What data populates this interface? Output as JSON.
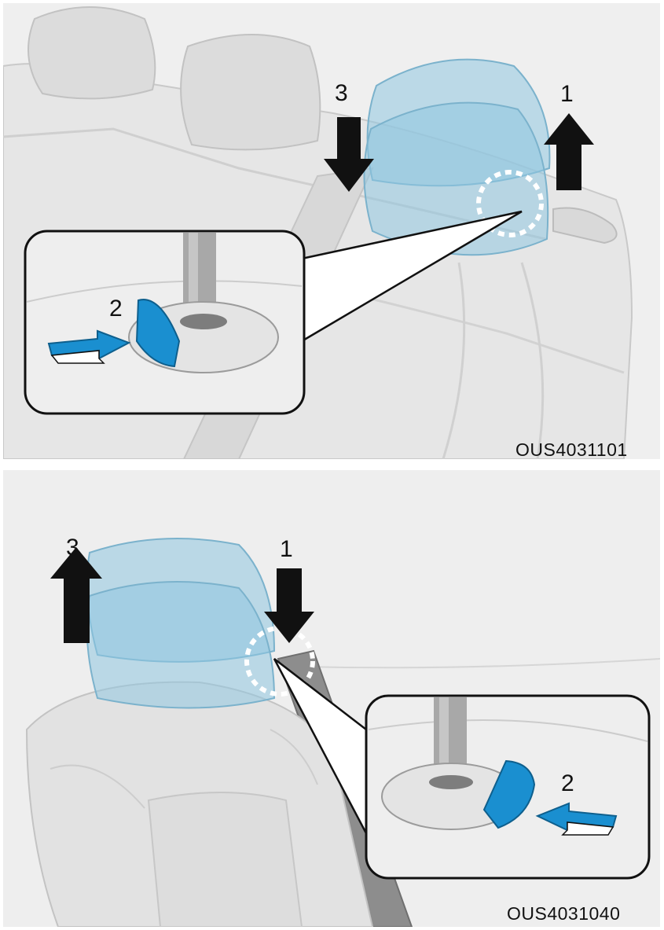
{
  "figures": [
    {
      "code": "OUS4031101",
      "steps": {
        "one": "1",
        "two": "2",
        "three": "3"
      }
    },
    {
      "code": "OUS4031040",
      "steps": {
        "one": "1",
        "two": "2",
        "three": "3"
      }
    }
  ],
  "colors": {
    "headrest_blue": "#8fc6e0",
    "lever_blue": "#1a8fd0",
    "arrow_black": "#111111",
    "seat_gray": "#e4e4e4"
  },
  "icons": [
    "up-arrow-icon",
    "down-arrow-icon",
    "push-arrow-icon",
    "dashed-circle-icon"
  ]
}
